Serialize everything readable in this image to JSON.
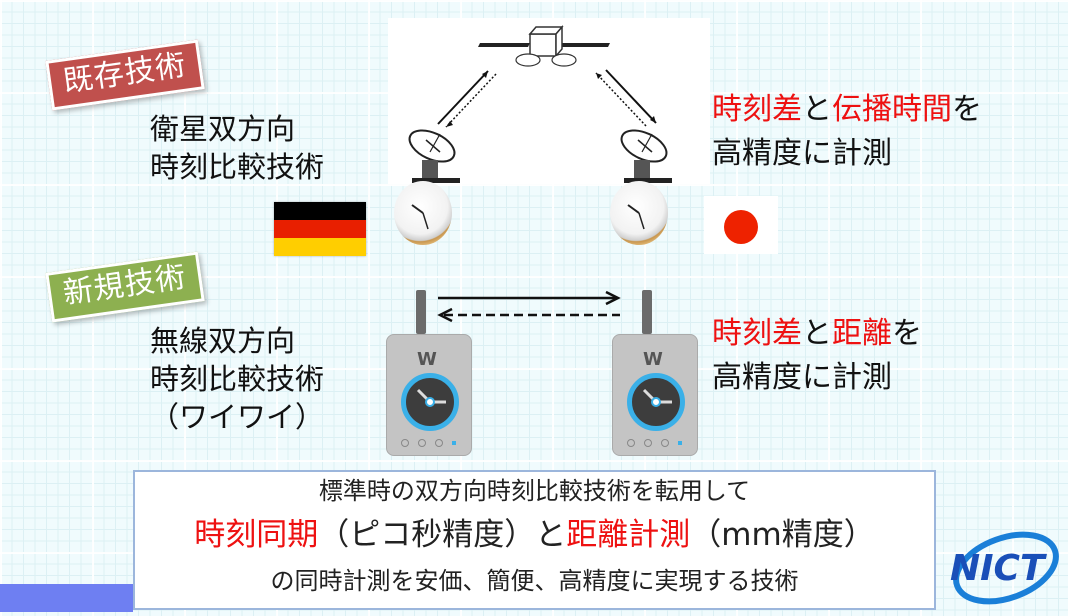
{
  "existing": {
    "tag": "既存技術",
    "title_lines": [
      "衛星双方向",
      "時刻比較技術"
    ],
    "result": {
      "part1_red": "時刻差",
      "part2": "と",
      "part3_red": "伝播時間",
      "part4": "を",
      "line2": "高精度に計測"
    }
  },
  "new": {
    "tag": "新規技術",
    "title_lines": [
      "無線双方向",
      "時刻比較技術",
      "（ワイワイ）"
    ],
    "result": {
      "part1_red": "時刻差",
      "part2": "と",
      "part3_red": "距離",
      "part4": "を",
      "line2": "高精度に計測"
    }
  },
  "flags": {
    "left": "germany-flag",
    "right": "japan-flag"
  },
  "devices": {
    "logo": "W"
  },
  "summary": {
    "line1": "標準時の双方向時刻比較技術を転用して",
    "line2_red1": "時刻同期",
    "line2_text1": "（ピコ秒精度）と",
    "line2_red2": "距離計測",
    "line2_text2": "（mm精度）",
    "line3": "の同時計測を安価、簡便、高精度に実現する技術"
  },
  "logo": {
    "text": "NICT"
  },
  "colors": {
    "tag_existing": "#c0504d",
    "tag_new": "#8db050",
    "highlight": "#ee1111",
    "device_ring": "#3ab0e8",
    "logo_blue": "#1a5fc8"
  }
}
